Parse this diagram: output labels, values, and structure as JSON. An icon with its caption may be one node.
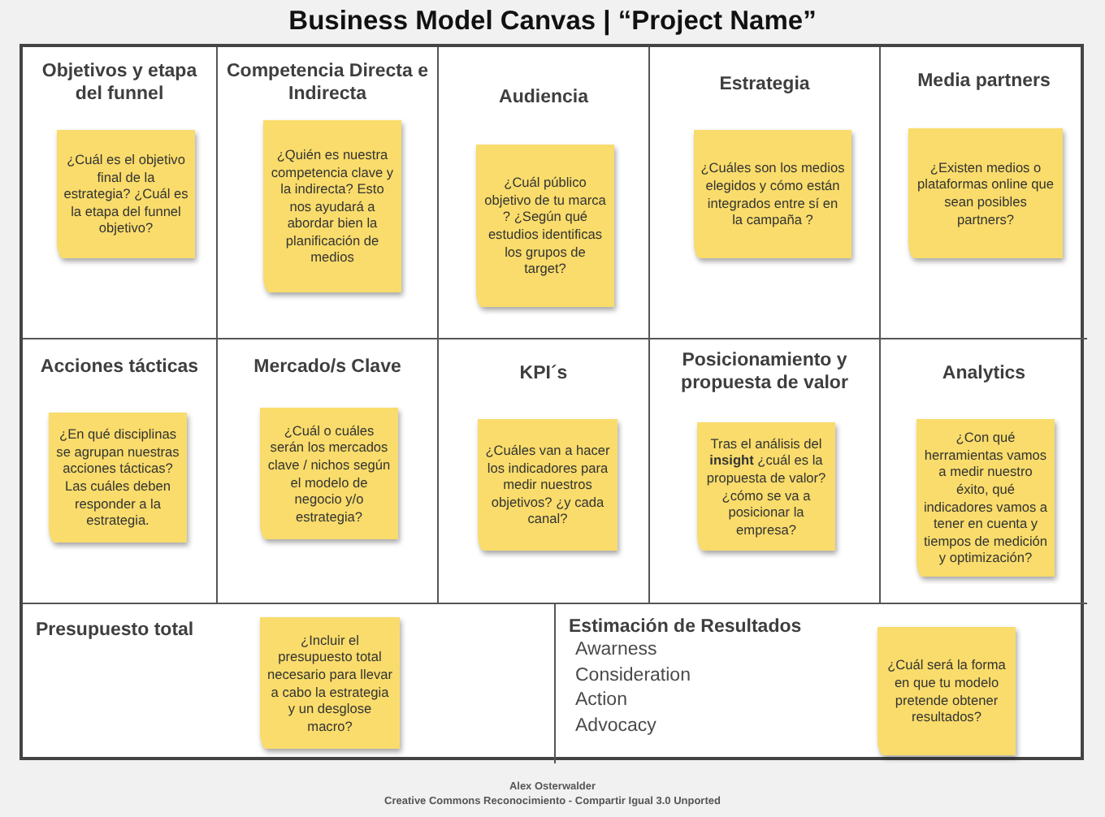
{
  "diagram": {
    "title": "Business Model Canvas | “Project Name”",
    "nodes": [
      {
        "text": [
          "Objetivos y etapa del funnel"
        ]
      },
      {
        "text": [
          "¿Cuál es el objetivo final de la estrategia? ¿Cuál es la etapa del funnel objetivo?"
        ],
        "in": 0
      },
      {
        "text": [
          "Competencia Directa e Indirecta"
        ]
      },
      {
        "text": [
          "¿Quién es nuestra competencia clave y la indirecta? Esto nos ayudará a abordar bien la planificación de medios"
        ],
        "in": 2
      },
      {
        "text": [
          "Audiencia"
        ]
      },
      {
        "text": [
          "¿Cuál público objetivo de tu marca ? ¿Según qué estudios identificas los grupos de target?"
        ],
        "in": 4
      },
      {
        "text": [
          "Estrategia"
        ]
      },
      {
        "text": [
          "¿Cuáles son los medios elegidos y cómo están integrados entre sí en la campaña ?"
        ],
        "in": 6
      },
      {
        "text": [
          "Media partners"
        ]
      },
      {
        "text": [
          "¿Existen medios o plataformas online que sean posibles partners?"
        ],
        "in": 8
      },
      {
        "text": [
          "Acciones tácticas"
        ]
      },
      {
        "text": [
          "¿En qué disciplinas se agrupan nuestras acciones tácticas? Las cuáles deben responder a la estrategia."
        ],
        "in": 10
      },
      {
        "text": [
          "Mercado/s Clave"
        ]
      },
      {
        "text": [
          "¿Cuál o cuáles serán los mercados clave / nichos según el modelo de negocio y/o estrategia?"
        ],
        "in": 12
      },
      {
        "text": [
          "KPI´s"
        ]
      },
      {
        "text": [
          "¿Cuáles van a hacer los indicadores para medir nuestros objetivos? ¿y cada canal?"
        ],
        "in": 14
      },
      {
        "text": [
          "Posicionamiento y propuesta de valor"
        ]
      },
      {
        "text": [
          "Tras el análisis del **insight** ¿cuál es la propuesta de valor? ¿cómo se va a posicionar la empresa?"
        ],
        "in": 16
      },
      {
        "text": [
          "Analytics"
        ]
      },
      {
        "text": [
          "¿Con qué herramientas vamos a medir nuestro éxito, qué indicadores vamos a tener en cuenta y tiempos de medición y optimización?"
        ],
        "in": 18
      },
      {
        "text": [
          "Presupuesto total"
        ]
      },
      {
        "text": [
          "¿Incluir el presupuesto total necesario para llevar a cabo la estrategia y un desglose macro?"
        ],
        "in": 20
      },
      {
        "text": [
          "Estimación de Resultados",
          "Awarness",
          "Consideration",
          "Action",
          "Advocacy"
        ]
      },
      {
        "text": [
          "¿Cuál será la forma en que tu modelo pretende obtener resultados?"
        ],
        "in": 22
      }
    ],
    "labels": [
      "Alex Osterwalder",
      "Creative Commons Reconocimiento - Compartir Igual 3.0 Unported"
    ]
  }
}
